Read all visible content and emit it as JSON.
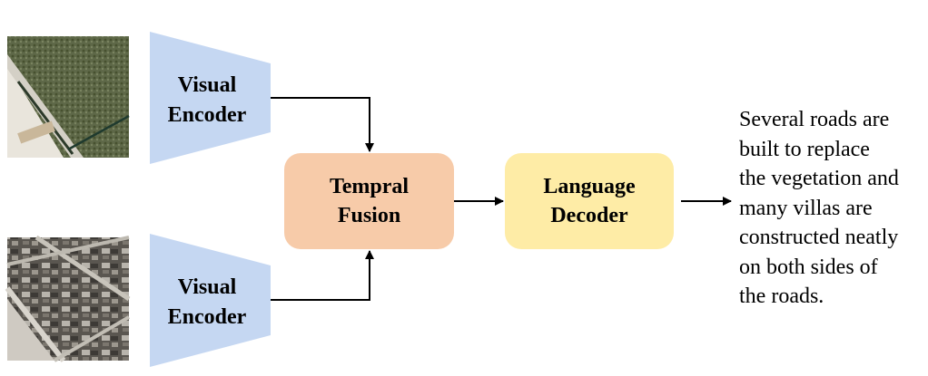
{
  "encoder_top": {
    "line1": "Visual",
    "line2": "Encoder"
  },
  "encoder_bottom": {
    "line1": "Visual",
    "line2": "Encoder"
  },
  "fusion": {
    "line1": "Tempral",
    "line2": "Fusion"
  },
  "decoder": {
    "line1": "Language",
    "line2": "Decoder"
  },
  "caption": {
    "lines": [
      "Several roads are",
      "built to replace",
      "the vegetation and",
      "many villas are",
      "constructed neatly",
      "on both sides of",
      "the roads."
    ]
  },
  "colors": {
    "encoder": "#c5d7f2",
    "fusion": "#f7cba9",
    "decoder": "#feeca6",
    "arrow": "#000000"
  }
}
